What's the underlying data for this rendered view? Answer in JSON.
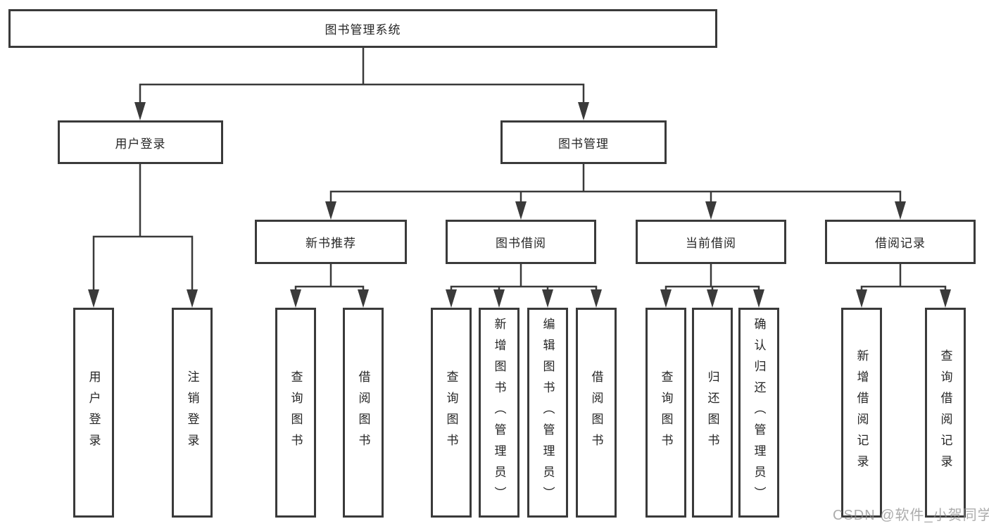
{
  "colors": {
    "line": "#3a3a3a",
    "box_border": "#3a3a3a",
    "box_background": "#ffffff",
    "text": "#262626",
    "watermark": "#8c8c8c"
  },
  "diagram_type": "tree",
  "tree": {
    "label": "图书管理系统",
    "children": [
      {
        "label": "用户登录",
        "children": [
          {
            "label": "用户登录"
          },
          {
            "label": "注销登录"
          }
        ]
      },
      {
        "label": "图书管理",
        "children": [
          {
            "label": "新书推荐",
            "children": [
              {
                "label": "查询图书"
              },
              {
                "label": "借阅图书"
              }
            ]
          },
          {
            "label": "图书借阅",
            "children": [
              {
                "label": "查询图书"
              },
              {
                "label": "新增图书（管理员）"
              },
              {
                "label": "编辑图书（管理员）"
              },
              {
                "label": "借阅图书"
              }
            ]
          },
          {
            "label": "当前借阅",
            "children": [
              {
                "label": "查询图书"
              },
              {
                "label": "归还图书"
              },
              {
                "label": "确认归还（管理员）"
              }
            ]
          },
          {
            "label": "借阅记录",
            "children": [
              {
                "label": "新增借阅记录"
              },
              {
                "label": "查询借阅记录"
              }
            ]
          }
        ]
      }
    ]
  },
  "watermark": "CSDN @软件_小贺同学"
}
